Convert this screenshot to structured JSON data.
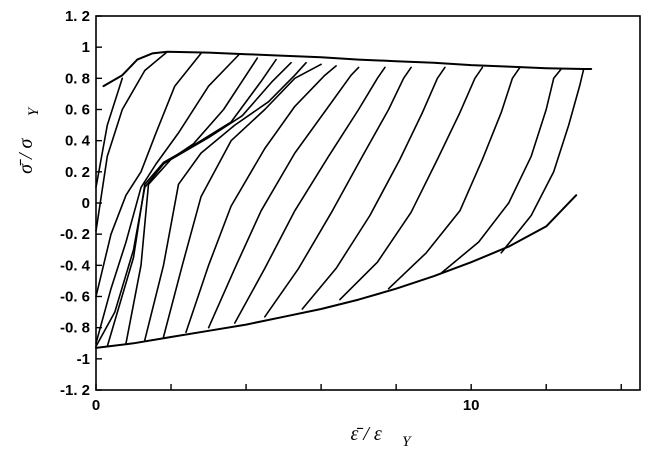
{
  "chart_data": {
    "type": "line",
    "title": "",
    "xlabel": {
      "main": "ε̄ / ε",
      "sub": "Y"
    },
    "ylabel": {
      "main": "σ̄ / σ",
      "sub": "Y"
    },
    "xlim": [
      0,
      14.5
    ],
    "ylim": [
      -1.2,
      1.2
    ],
    "xticks": [
      0,
      10
    ],
    "xtick_labels": [
      "0",
      "10"
    ],
    "xticks_minor": [
      2,
      4,
      6,
      8,
      12,
      14
    ],
    "yticks": [
      1.2,
      1,
      0.8,
      0.6,
      0.4,
      0.2,
      0,
      -0.2,
      -0.4,
      -0.6,
      -0.8,
      -1,
      -1.2
    ],
    "ytick_labels": [
      "1. 2",
      "1",
      "0. 8",
      "0. 6",
      "0. 4",
      "0. 2",
      "0",
      "-0. 2",
      "-0. 4",
      "-0. 6",
      "-0. 8",
      "-1",
      "-1. 2"
    ],
    "grid": false,
    "legend": "none",
    "envelope": {
      "x": [
        0.2,
        0.7,
        1.1,
        1.5,
        1.9,
        3.0,
        4.0,
        5.0,
        6.0,
        7.0,
        8.0,
        9.0,
        10.0,
        11.0,
        12.0,
        13.0
      ],
      "y": [
        0.75,
        0.82,
        0.92,
        0.96,
        0.97,
        0.965,
        0.955,
        0.945,
        0.935,
        0.92,
        0.91,
        0.9,
        0.885,
        0.875,
        0.865,
        0.86
      ]
    },
    "series": [
      {
        "x": [
          0.0,
          0.3,
          0.7
        ],
        "y": [
          0.1,
          0.5,
          0.8
        ]
      },
      {
        "x": [
          0.0,
          0.3,
          0.7,
          1.3,
          1.9
        ],
        "y": [
          -0.18,
          0.3,
          0.6,
          0.85,
          0.97
        ]
      },
      {
        "x": [
          0.0,
          0.4,
          0.8,
          1.2,
          1.6,
          2.1,
          2.8
        ],
        "y": [
          -0.6,
          -0.2,
          0.05,
          0.2,
          0.45,
          0.75,
          0.96
        ]
      },
      {
        "x": [
          0.0,
          0.4,
          0.8,
          1.2,
          1.6,
          2.2,
          3.0,
          3.8
        ],
        "y": [
          -0.9,
          -0.55,
          -0.25,
          0.1,
          0.25,
          0.45,
          0.75,
          0.95
        ]
      },
      {
        "x": [
          0.0,
          0.5,
          1.0,
          1.3,
          1.8,
          2.6,
          3.4,
          4.0,
          4.3
        ],
        "y": [
          -0.92,
          -0.7,
          -0.3,
          0.1,
          0.25,
          0.38,
          0.6,
          0.82,
          0.93
        ]
      },
      {
        "x": [
          0.3,
          1.0,
          1.3,
          1.8,
          2.6,
          3.6,
          4.4,
          4.8
        ],
        "y": [
          -0.92,
          -0.35,
          0.12,
          0.26,
          0.37,
          0.52,
          0.78,
          0.92
        ]
      },
      {
        "x": [
          0.8,
          1.2,
          1.4,
          2.0,
          3.0,
          3.9,
          4.7,
          5.2
        ],
        "y": [
          -0.9,
          -0.4,
          0.12,
          0.28,
          0.42,
          0.56,
          0.78,
          0.9
        ]
      },
      {
        "x": [
          1.3,
          1.8,
          2.2,
          2.8,
          3.7,
          4.6,
          5.3,
          5.6
        ],
        "y": [
          -0.88,
          -0.4,
          0.12,
          0.32,
          0.5,
          0.65,
          0.82,
          0.9
        ]
      },
      {
        "x": [
          1.8,
          2.3,
          2.8,
          3.6,
          4.5,
          5.3,
          6.0
        ],
        "y": [
          -0.86,
          -0.4,
          0.04,
          0.4,
          0.6,
          0.8,
          0.89
        ]
      },
      {
        "x": [
          2.4,
          3.0,
          3.6,
          4.5,
          5.3,
          6.1,
          6.4
        ],
        "y": [
          -0.83,
          -0.4,
          -0.02,
          0.35,
          0.62,
          0.82,
          0.88
        ]
      },
      {
        "x": [
          3.0,
          3.7,
          4.4,
          5.3,
          6.2,
          6.8,
          7.0
        ],
        "y": [
          -0.8,
          -0.42,
          -0.05,
          0.32,
          0.62,
          0.82,
          0.87
        ]
      },
      {
        "x": [
          3.7,
          4.5,
          5.3,
          6.2,
          7.0,
          7.5,
          7.7
        ],
        "y": [
          -0.77,
          -0.42,
          -0.05,
          0.3,
          0.6,
          0.8,
          0.87
        ]
      },
      {
        "x": [
          4.5,
          5.4,
          6.3,
          7.1,
          7.8,
          8.2,
          8.4
        ],
        "y": [
          -0.73,
          -0.42,
          -0.05,
          0.3,
          0.6,
          0.8,
          0.87
        ]
      },
      {
        "x": [
          5.5,
          6.4,
          7.3,
          8.1,
          8.7,
          9.1,
          9.3
        ],
        "y": [
          -0.68,
          -0.42,
          -0.08,
          0.28,
          0.58,
          0.8,
          0.87
        ]
      },
      {
        "x": [
          6.5,
          7.5,
          8.4,
          9.1,
          9.7,
          10.1,
          10.3
        ],
        "y": [
          -0.62,
          -0.38,
          -0.06,
          0.28,
          0.58,
          0.8,
          0.87
        ]
      },
      {
        "x": [
          7.8,
          8.8,
          9.7,
          10.3,
          10.8,
          11.1,
          11.3
        ],
        "y": [
          -0.55,
          -0.32,
          -0.05,
          0.28,
          0.58,
          0.8,
          0.87
        ]
      },
      {
        "x": [
          9.2,
          10.2,
          11.0,
          11.6,
          12.0,
          12.2,
          12.4
        ],
        "y": [
          -0.45,
          -0.25,
          0.0,
          0.3,
          0.6,
          0.8,
          0.86
        ]
      },
      {
        "x": [
          10.8,
          11.6,
          12.2,
          12.6,
          12.9,
          13.0
        ],
        "y": [
          -0.32,
          -0.08,
          0.2,
          0.5,
          0.76,
          0.86
        ]
      }
    ],
    "lower_envelope": {
      "x": [
        0.0,
        1.0,
        2.0,
        3.0,
        4.0,
        5.0,
        6.0,
        7.0,
        8.0,
        9.0,
        10.0,
        11.0,
        12.0,
        12.8
      ],
      "y": [
        -0.93,
        -0.9,
        -0.86,
        -0.82,
        -0.78,
        -0.73,
        -0.68,
        -0.62,
        -0.55,
        -0.47,
        -0.38,
        -0.28,
        -0.15,
        0.05
      ]
    },
    "tail": {
      "x": [
        13.0,
        13.2
      ],
      "y": [
        0.86,
        0.86
      ]
    }
  }
}
